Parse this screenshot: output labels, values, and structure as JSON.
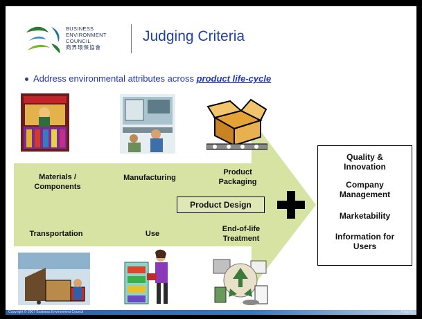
{
  "logo": {
    "line1": "BUSINESS",
    "line2": "ENVIRONMENT",
    "line3": "COUNCIL",
    "line4": "商界環保協會"
  },
  "title": "Judging Criteria",
  "bullet": {
    "text": "Address environmental attributes across ",
    "emphasis": "product life-cycle"
  },
  "stages": {
    "materials": [
      "Materials /",
      "Components"
    ],
    "manufacturing": "Manufacturing",
    "packaging": [
      "Product",
      "Packaging"
    ],
    "transportation": "Transportation",
    "use": "Use",
    "end_of_life": [
      "End-of-life",
      "Treatment"
    ]
  },
  "product_design": "Product Design",
  "criteria": {
    "quality": [
      "Quality &",
      "Innovation"
    ],
    "management": [
      "Company",
      "Management"
    ],
    "marketability": "Marketability",
    "information": [
      "Information for",
      "Users"
    ]
  },
  "footer": {
    "copyright": "Copyright © 2007 Business Environment Council",
    "page": "Page 5"
  },
  "colors": {
    "arrow": "#d6e3a3",
    "title": "#1f3fae",
    "footer": "#2c5fa3"
  }
}
